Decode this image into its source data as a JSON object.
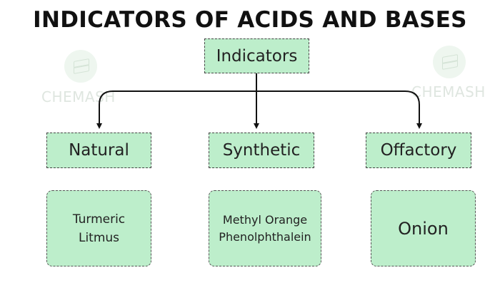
{
  "title": "INDICATORS OF ACIDS AND BASES",
  "watermark": "CHEMASH",
  "root": {
    "label": "Indicators"
  },
  "categories": [
    {
      "label": "Natural",
      "examples": [
        "Turmeric",
        "Litmus"
      ]
    },
    {
      "label": "Synthetic",
      "examples": [
        "Methyl Orange",
        "Phenolphthalein"
      ]
    },
    {
      "label": "Offactory",
      "examples": [
        "Onion"
      ]
    }
  ],
  "colors": {
    "box_fill": "#bdeecb",
    "border": "#444444",
    "arrow": "#111111",
    "text": "#222222"
  }
}
